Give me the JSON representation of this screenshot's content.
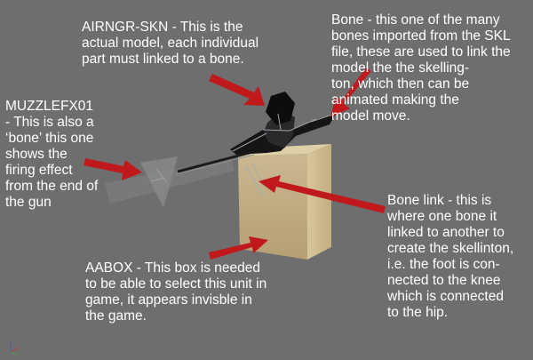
{
  "annotations": {
    "model": "AIRNGR-SKN - This is the\nactual model, each individual\npart must linked to a bone.",
    "bone": "Bone - this one of the many\nbones imported from the SKL\nfile, these are used to link the\nmodel the the skelling-\nton, which then can be\nanimated making the\nmodel move.",
    "muzzle": "MUZZLEFX01\n- This is also a\n‘bone’ this one\nshows the\nfiring effect\nfrom the end of\nthe gun",
    "bone_link": "Bone link - this is\nwhere one bone it\nlinked to another to\ncreate the skellinton,\ni.e. the foot is con-\nnected to the knee\nwhich is connected\nto the hip.",
    "aabox": "AABOX - This box is needed\nto be able to select this unit in\ngame, it appears invisble in\nthe game."
  },
  "colors": {
    "background": "#6e6e6e",
    "arrow": "#c0191c",
    "box": "#c8b48a",
    "text": "#ffffff"
  }
}
